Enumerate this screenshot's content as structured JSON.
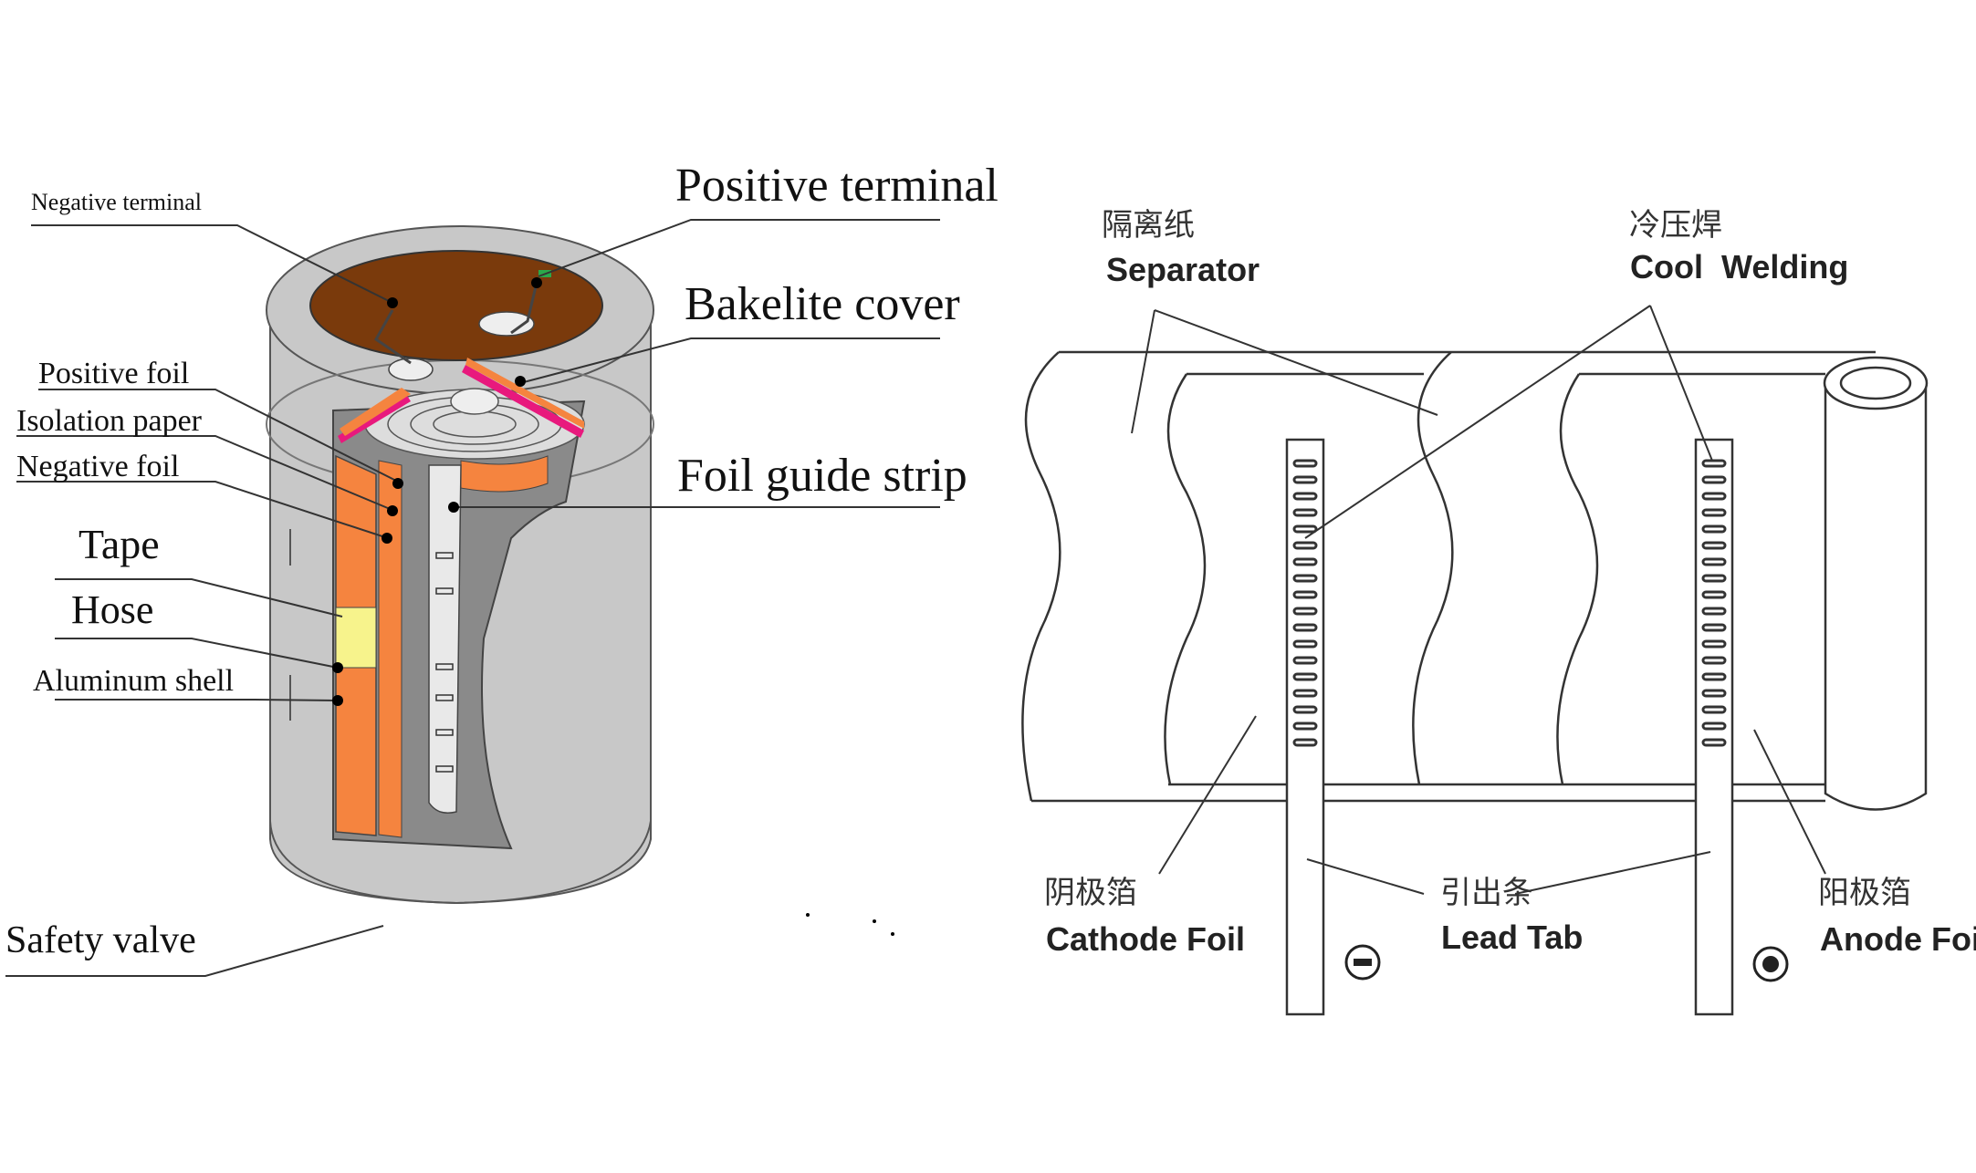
{
  "capacitor": {
    "labels": {
      "negative_terminal": "Negative terminal",
      "positive_terminal": "Positive terminal",
      "bakelite_cover": "Bakelite cover",
      "positive_foil": "Positive foil",
      "isolation_paper": "Isolation paper",
      "negative_foil": "Negative foil",
      "foil_guide_strip": "Foil guide strip",
      "tape": "Tape",
      "hose": "Hose",
      "aluminum_shell": "Aluminum shell",
      "safety_valve": "Safety valve"
    },
    "colors": {
      "top_brown": "#7a3a0c",
      "orange": "#f5843f",
      "pink": "#e8197d",
      "yellow": "#f7f38c",
      "shell_grey": "#c8c8c8",
      "dark_grey": "#8a8a8a"
    }
  },
  "winding": {
    "separator": {
      "zh": "隔离纸",
      "en": "Separator"
    },
    "cool_welding": {
      "zh": "冷压焊",
      "en": "Cool  Welding"
    },
    "cathode_foil": {
      "zh": "阴极箔",
      "en": "Cathode Foil"
    },
    "lead_tab": {
      "zh": "引出条",
      "en": "Lead Tab"
    },
    "anode_foil": {
      "zh": "阳极箔",
      "en": "Anode Foil"
    },
    "negative_symbol": "negative-sign-icon",
    "positive_symbol": "positive-dot-icon"
  }
}
